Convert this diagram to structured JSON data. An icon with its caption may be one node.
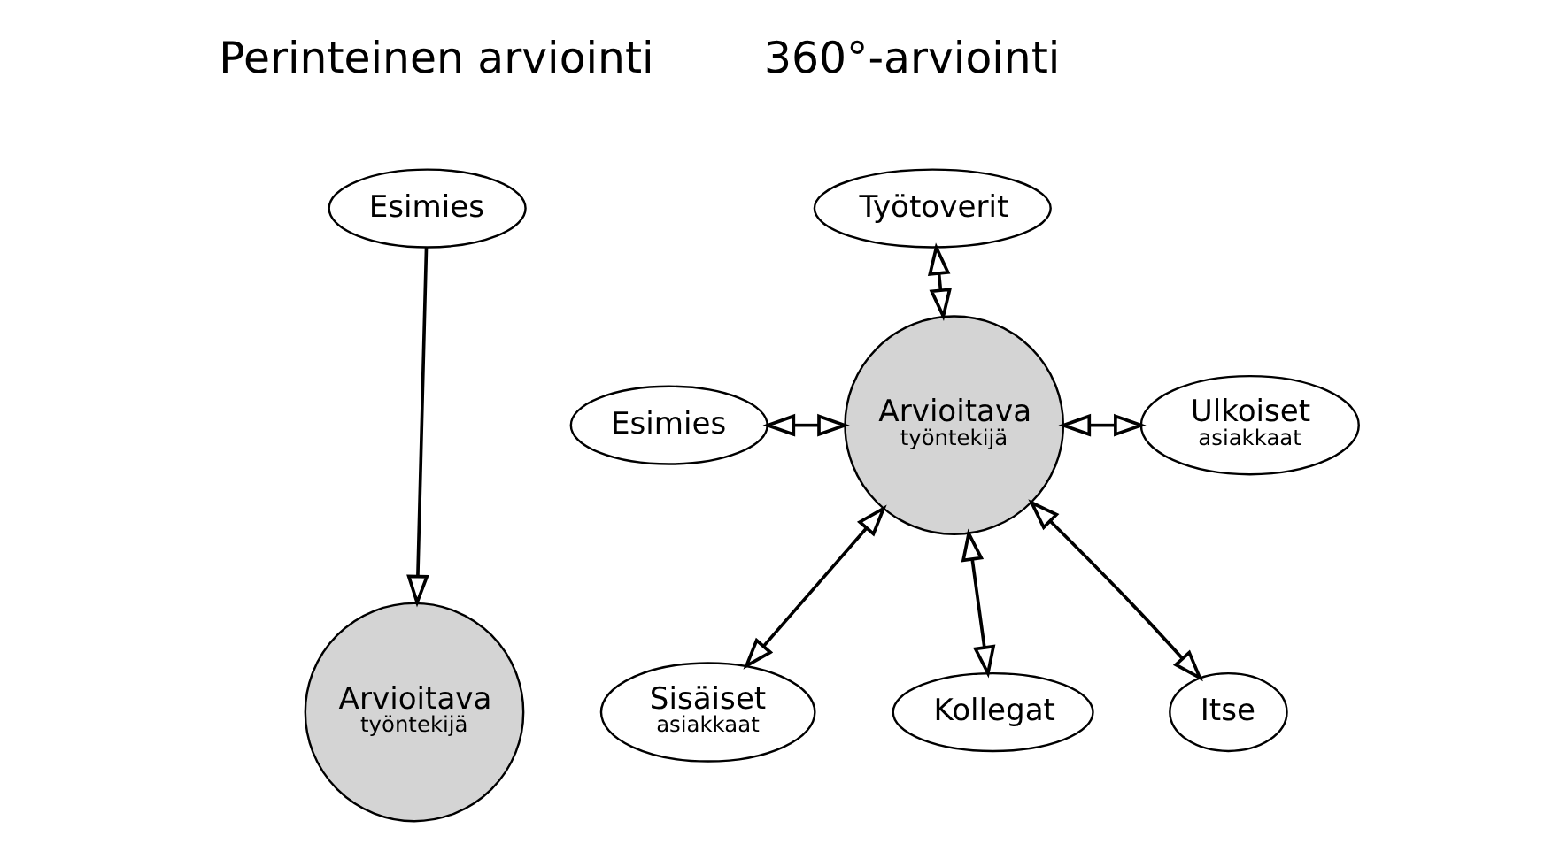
{
  "diagram": {
    "nodes": [
      {
        "text": [
          "Esimies"
        ]
      },
      {
        "text": [
          "Arvioitava",
          "työntekijä"
        ]
      },
      {
        "text": [
          "Työtoverit"
        ]
      },
      {
        "text": [
          "Esimies"
        ]
      },
      {
        "text": [
          "Arvioitava",
          "työntekijä"
        ]
      },
      {
        "text": [
          "Ulkoiset",
          "asiakkaat"
        ]
      },
      {
        "text": [
          "Sisäiset",
          "asiakkaat"
        ]
      },
      {
        "text": [
          "Kollegat"
        ]
      },
      {
        "text": [
          "Itse"
        ]
      }
    ],
    "edges": [
      {
        "from": 0,
        "to": 1,
        "arrow": "to"
      },
      {
        "from": 2,
        "to": 4,
        "arrow": "both"
      },
      {
        "from": 3,
        "to": 4,
        "arrow": "both"
      },
      {
        "from": 4,
        "to": 5,
        "arrow": "both"
      },
      {
        "from": 4,
        "to": 6,
        "arrow": "both"
      },
      {
        "from": 4,
        "to": 7,
        "arrow": "both"
      },
      {
        "from": 4,
        "to": 8,
        "arrow": "both"
      }
    ],
    "labels": [
      "Perinteinen arviointi",
      "360°-arviointi"
    ]
  }
}
